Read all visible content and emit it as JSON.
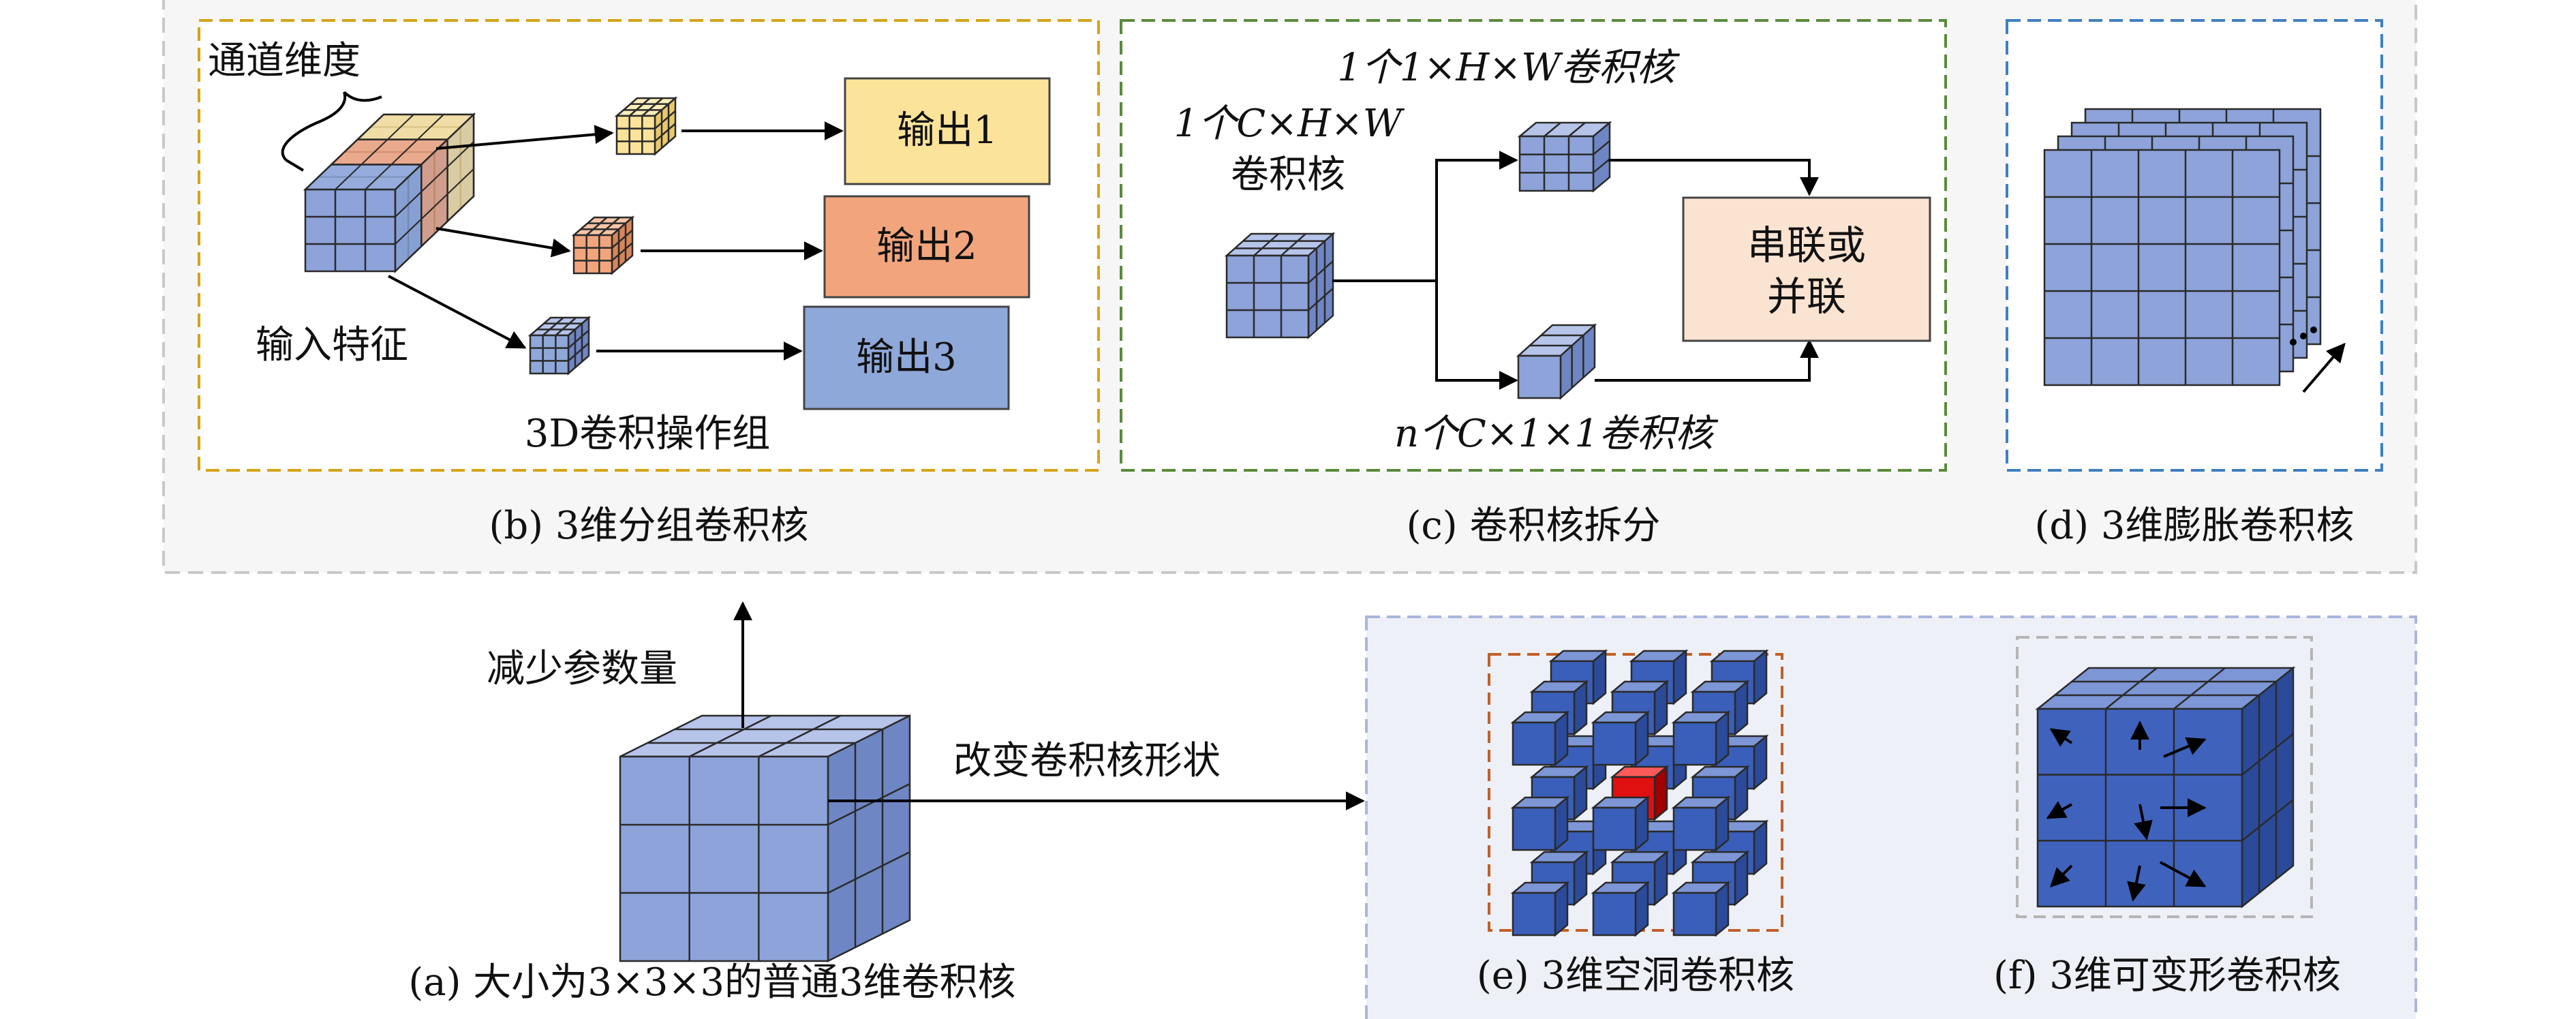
{
  "panel_b": {
    "channel_dim": "通道维度",
    "input_feature": "输入特征",
    "out1": "输出1",
    "out2": "输出2",
    "out3": "输出3",
    "group_label": "3D卷积操作组",
    "caption": "(b) 3维分组卷积核"
  },
  "panel_c": {
    "top_kernel": "1个1×H×W卷积核",
    "left_kernel_line1": "1个C×H×W",
    "left_kernel_line2": "卷积核",
    "concat_line1": "串联或",
    "concat_line2": "并联",
    "bottom_kernel": "n个C×1×1卷积核",
    "caption": "(c) 卷积核拆分"
  },
  "panel_d": {
    "caption": "(d) 3维膨胀卷积核"
  },
  "panel_a": {
    "reduce_params": "减少参数量",
    "change_shape": "改变卷积核形状",
    "caption": "(a) 大小为3×3×3的普通3维卷积核"
  },
  "panel_e": {
    "caption": "(e) 3维空洞卷积核"
  },
  "panel_f": {
    "caption": "(f) 3维可变形卷积核"
  },
  "colors": {
    "cube_front": "#8da3d9",
    "cube_top": "#b6c4ea",
    "cube_side": "#6f86c4",
    "out1_fill": "#fce39a",
    "out2_fill": "#f2a57c",
    "out3_fill": "#8fa8da",
    "concat_fill": "#fbe3d2",
    "dilated_front": "#3a5fba",
    "dilated_top": "#7d96d6",
    "dilated_side": "#2b4a9a",
    "center_red": "#e01010",
    "border_b": "#d4a417",
    "border_c": "#5a8a3a",
    "border_d": "#3f7fc0",
    "border_e": "#c06028",
    "frame_gray": "#c8c8c8",
    "bottom_panel_bg": "#eef0f7"
  }
}
